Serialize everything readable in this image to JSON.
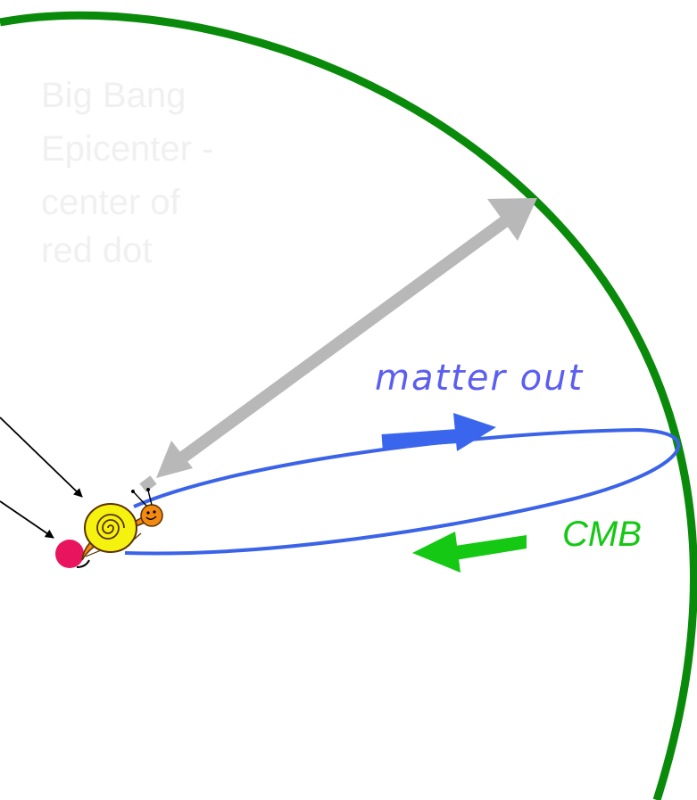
{
  "labels": {
    "epicenter_lines": [
      "Big Bang",
      "Epicenter -",
      "center of",
      "red dot"
    ],
    "matter": "matter out",
    "cmb": "CMB"
  },
  "colors": {
    "horizon": "#0a8a0a",
    "orbit": "#3b63e8",
    "matter_text": "#5b5ef0",
    "matter_arrow": "#3a66ee",
    "cmb": "#14c814",
    "radius_arrow": "#b8b8b8",
    "red_dot": "#e8155e",
    "epicenter_text": "#f0f0f0"
  },
  "icons": {
    "observer": "snail-icon",
    "epicenter": "red-dot-icon"
  }
}
